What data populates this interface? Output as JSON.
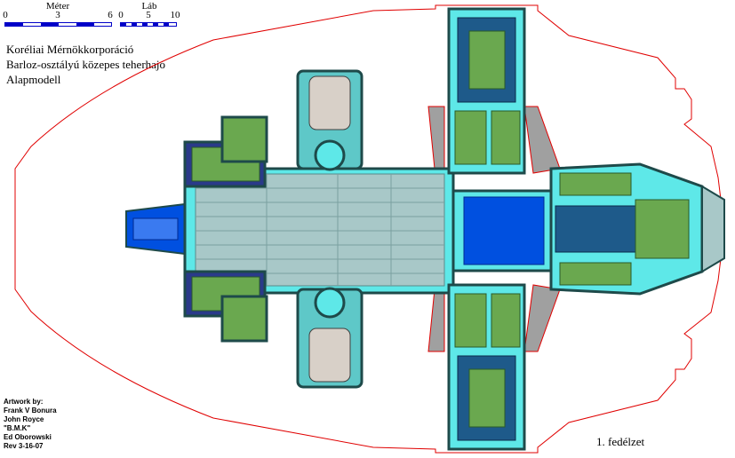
{
  "scale_bar": {
    "meter": {
      "title": "Méter",
      "ticks": [
        "0",
        "3",
        "6"
      ]
    },
    "foot": {
      "title": "Láb",
      "ticks": [
        "0",
        "5",
        "10"
      ]
    }
  },
  "title_block": {
    "line1": "Koréliai Mérnökkorporáció",
    "line2": "Barloz-osztályú közepes teherhajó",
    "line3": "Alapmodell"
  },
  "credits": [
    "Artwork by:",
    "Frank V Bonura",
    "John Royce",
    "\"B.M.K\"",
    "Ed Oborowski",
    "Rev 3-16-07"
  ],
  "deck_label": "1. fedélzet",
  "colors": {
    "hull_outline": "#e00000",
    "deck_cyan": "#5ee8e8",
    "hold_grey": "#a8c0c0",
    "machinery_green": "#6aa84f",
    "cockpit_blue": "#0050e0",
    "frame_dark": "#1e4a4a"
  }
}
